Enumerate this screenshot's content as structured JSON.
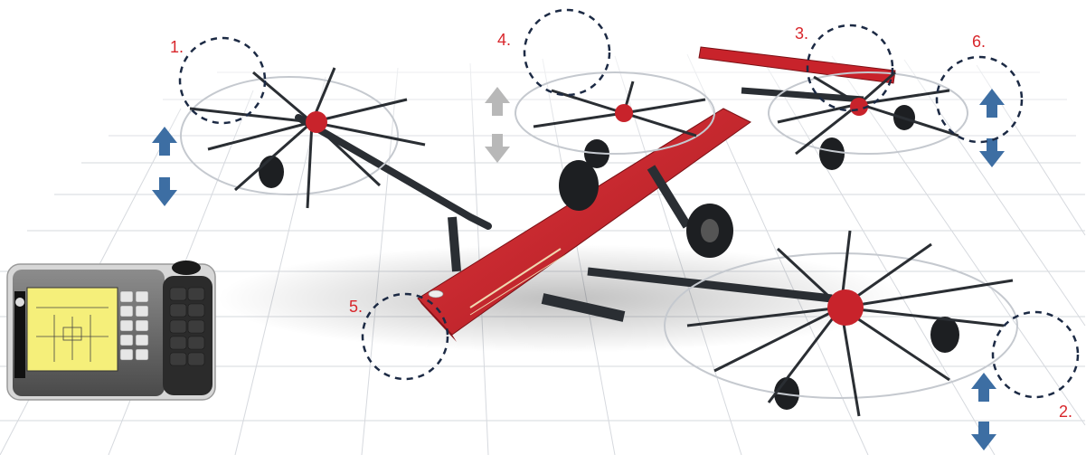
{
  "markers": [
    {
      "id": "1",
      "label": "1."
    },
    {
      "id": "2",
      "label": "2."
    },
    {
      "id": "3",
      "label": "3."
    },
    {
      "id": "4",
      "label": "4."
    },
    {
      "id": "5",
      "label": "5."
    },
    {
      "id": "6",
      "label": "6."
    }
  ],
  "colors": {
    "marker_text": "#d8262b",
    "marker_ring": "#1c2a44",
    "frame_red": "#c8232b",
    "arrow_blue": "#3d6ea3",
    "arrow_grey": "#b8b8b8",
    "grid": "#d6d9de"
  },
  "icons": [
    "up-down-arrow-icon",
    "control-terminal",
    "rotary-rake",
    "sensor-zone-circle"
  ]
}
